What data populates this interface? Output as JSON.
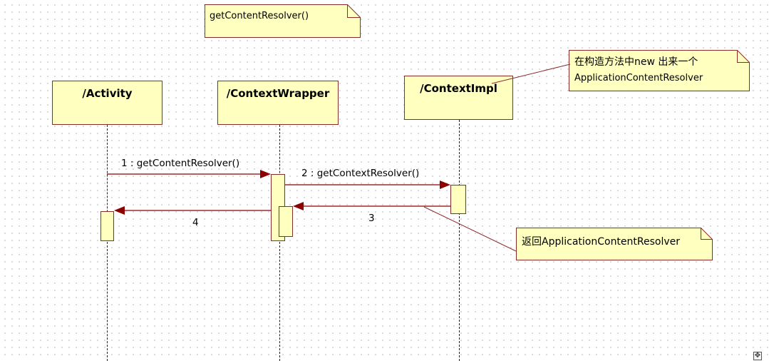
{
  "top_note": {
    "text": "getContentResolver()"
  },
  "lifelines": [
    {
      "id": "activity",
      "label": "/Activity"
    },
    {
      "id": "contextwrapper",
      "label": "/ContextWrapper"
    },
    {
      "id": "contextimpl",
      "label": "/ContextImpl"
    }
  ],
  "messages": [
    {
      "number": "1",
      "label": "1 : getContentResolver()"
    },
    {
      "number": "2",
      "label": "2 : getContextResolver()"
    },
    {
      "number": "3",
      "label": "3"
    },
    {
      "number": "4",
      "label": "4"
    }
  ],
  "notes": {
    "contextimpl_note": {
      "line1": "在构造方法中new 出来一个",
      "line2": "ApplicationContentResolver"
    },
    "return_note": {
      "text": "返回ApplicationContentResolver"
    }
  },
  "colors": {
    "box_fill": "#ffffc0",
    "border": "#8b2c2c",
    "arrow": "#8b0000"
  },
  "icons": {
    "corner": "move-handle-icon"
  }
}
